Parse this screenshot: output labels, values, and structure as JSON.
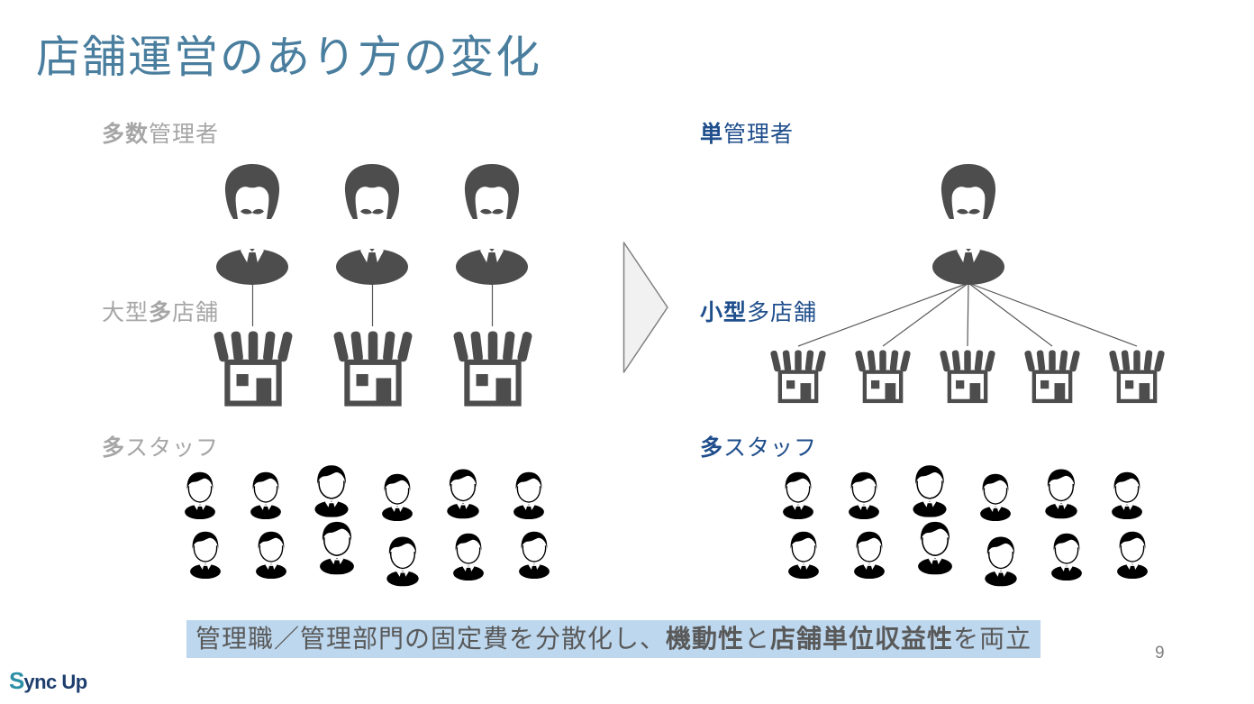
{
  "title": "店舗運営のあり方の変化",
  "page_number": "9",
  "before": {
    "manager_label": {
      "pre": "",
      "em": "多数",
      "post": "管理者"
    },
    "store_label": {
      "pre": "大型",
      "em": "多",
      "post": "店舗"
    },
    "staff_label": {
      "pre": "",
      "em": "多",
      "post": "スタッフ"
    },
    "manager_count": 3,
    "store_count": 3,
    "staff_row1_count": 6,
    "staff_row2_count": 6
  },
  "after": {
    "manager_label": {
      "pre": "",
      "em": "単",
      "post": "管理者"
    },
    "store_label": {
      "pre": "",
      "em": "小型",
      "post": "多店舗"
    },
    "staff_label": {
      "pre": "",
      "em": "多",
      "post": "スタッフ"
    },
    "manager_count": 1,
    "store_count": 5,
    "staff_row1_count": 6,
    "staff_row2_count": 6
  },
  "caption": {
    "part1": "管理職／管理部門の固定費を分散化し、",
    "em1": "機動性",
    "part2": "と",
    "em2": "店舗単位収益性",
    "part3": "を両立"
  },
  "footer": {
    "logo_initial": "S",
    "logo_rest": "ync Up"
  },
  "colors": {
    "title_color": "#4a7e9e",
    "label_gray": "#a6a6a6",
    "label_blue": "#1f4e8c",
    "icon_gray": "#4d4d4d",
    "caption_bg": "#bdd7ee",
    "caption_text": "#595959",
    "line_color": "#595959",
    "arrow_fill": "#f1f1f2",
    "arrow_border": "#808080",
    "logo_navy": "#1d3e6e",
    "logo_teal": "#2c8fa6",
    "page_number_color": "#808080"
  }
}
